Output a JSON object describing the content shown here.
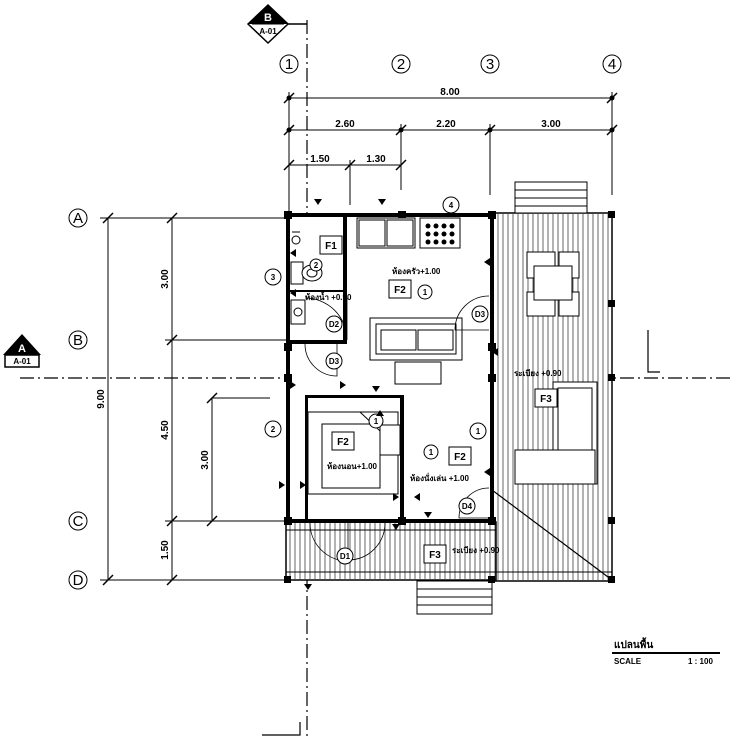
{
  "grid_x": [
    "1",
    "2",
    "3",
    "4"
  ],
  "grid_y": [
    "A",
    "B",
    "C",
    "D"
  ],
  "dims_top": {
    "overall": "8.00",
    "span_1_2": "2.60",
    "span_2_3": "2.20",
    "span_3_4": "3.00",
    "sub_1": "1.50",
    "sub_2": "1.30"
  },
  "dims_left": {
    "overall": "9.00",
    "span_a_b": "3.00",
    "span_b_c": "4.50",
    "span_c_d": "1.50",
    "inner": "3.00"
  },
  "section_marks": {
    "top": "B",
    "left": "A",
    "sheet": "A-01"
  },
  "rooms": [
    {
      "label": "ห้องครัว+1.00",
      "finish": "F2"
    },
    {
      "label": "ห้องน้ำ +0.90",
      "finish": "F1"
    },
    {
      "label": "ห้องนอน+1.00",
      "finish": "F2"
    },
    {
      "label": "ห้องนั่งเล่น +1.00",
      "finish": "F2"
    },
    {
      "label": "ระเบียง +0.90",
      "finish": "F3"
    },
    {
      "label": "ระเบียง +0.90",
      "finish": "F3"
    }
  ],
  "doors": [
    "D1",
    "D2",
    "D3",
    "D4",
    "D3"
  ],
  "window_tags": [
    "1",
    "2",
    "3",
    "4"
  ],
  "title_block": {
    "name": "แปลนพื้น",
    "scale_label": "SCALE",
    "scale_value": "1 : 100"
  }
}
